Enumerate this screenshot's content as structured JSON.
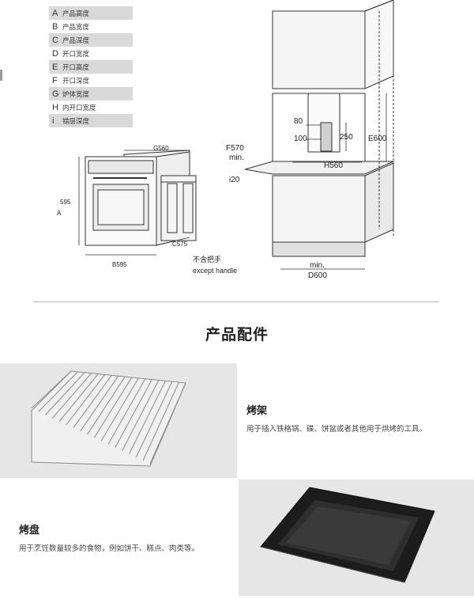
{
  "legend": [
    {
      "letter": "A",
      "text": "产品高度",
      "shaded": true
    },
    {
      "letter": "B",
      "text": "产品宽度",
      "shaded": false
    },
    {
      "letter": "C",
      "text": "产品深度",
      "shaded": true
    },
    {
      "letter": "D",
      "text": "开口宽度",
      "shaded": false
    },
    {
      "letter": "E",
      "text": "开口高度",
      "shaded": true
    },
    {
      "letter": "F",
      "text": "开口深度",
      "shaded": false
    },
    {
      "letter": "G",
      "text": "炉体宽度",
      "shaded": true
    },
    {
      "letter": "H",
      "text": "内开口宽度",
      "shaded": false
    },
    {
      "letter": "i",
      "text": "错层深度",
      "shaded": true
    }
  ],
  "oven_diagram": {
    "g_label": "G560",
    "height_label": "595",
    "a_label": "A",
    "b_label": "B595",
    "c_label": "C575",
    "handle_note_cn": "不含把手",
    "handle_note_en": "except handle"
  },
  "cabinet_diagram": {
    "dim_80": "80",
    "dim_100": "100",
    "dim_250": "250",
    "e_label": "E600",
    "f_label": "F570",
    "f_min": "min.",
    "h_label": "H560",
    "i_label": "i20",
    "d_min": "min.",
    "d_label": "D600"
  },
  "section_title": "产品配件",
  "accessories": [
    {
      "title": "烤架",
      "desc": "用于插入铁格锅、碟、饼盆或者其他用于烘烤的工具。"
    },
    {
      "title": "烤盘",
      "desc": "用于烹饪数量较多的食物，例如饼干、糕点、肉类等。"
    }
  ],
  "colors": {
    "panel_gray": "#e6e6e6",
    "tray_dark": "#1c1c1c",
    "line": "#333333"
  }
}
